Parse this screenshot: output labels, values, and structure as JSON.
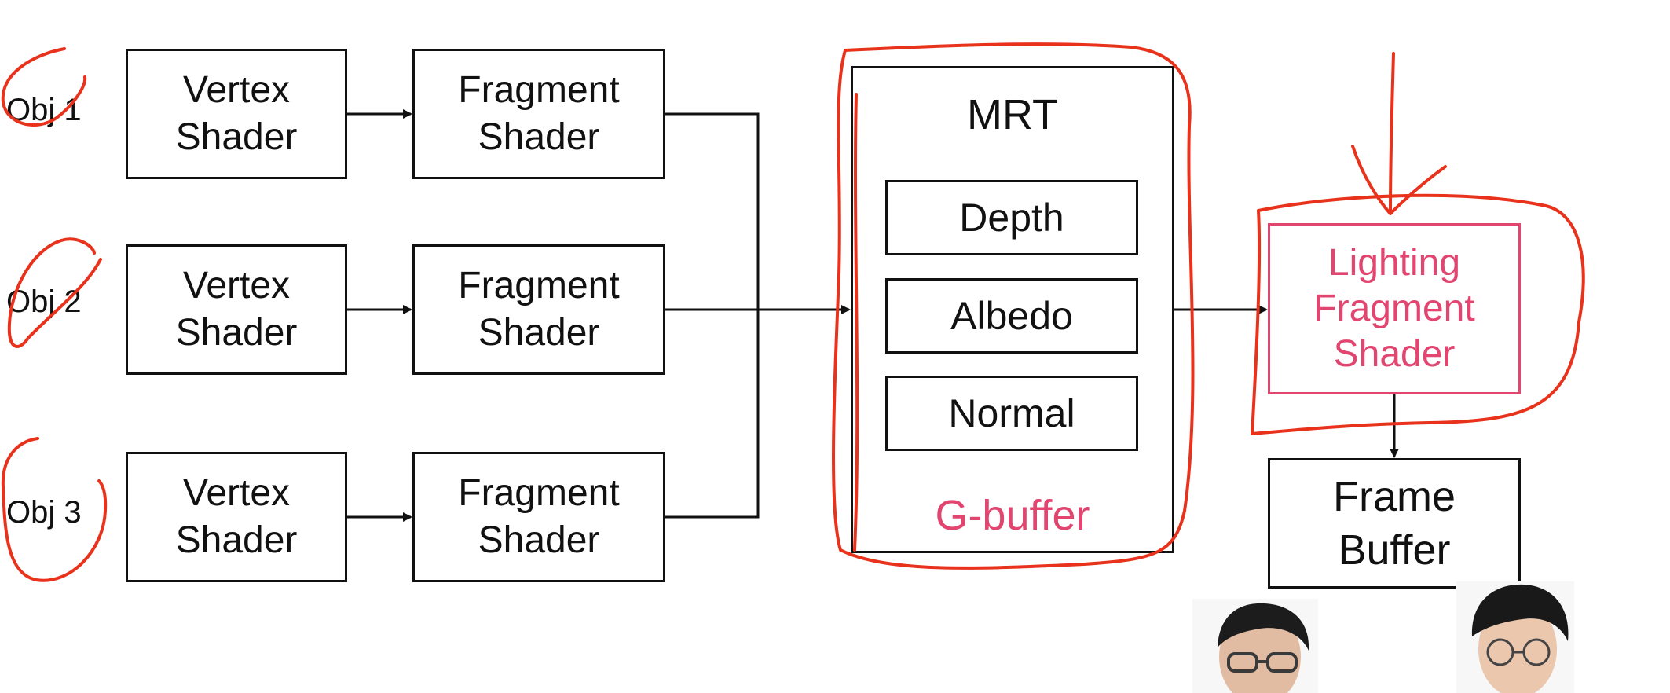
{
  "objects": [
    {
      "label": "Obj 1"
    },
    {
      "label": "Obj 2"
    },
    {
      "label": "Obj 3"
    }
  ],
  "vertex_shader_label": [
    "Vertex",
    "Shader"
  ],
  "fragment_shader_label": [
    "Fragment",
    "Shader"
  ],
  "gbuffer": {
    "title": "MRT",
    "targets": [
      "Depth",
      "Albedo",
      "Normal"
    ],
    "caption": "G-buffer"
  },
  "lighting": {
    "line1": "Lighting",
    "line2": "Fragment",
    "line3": "Shader"
  },
  "framebuffer": {
    "line1": "Frame",
    "line2": "Buffer"
  },
  "colors": {
    "ink": "#111111",
    "highlight_text": "#e2456f",
    "annotation_stroke": "#e8321c"
  }
}
